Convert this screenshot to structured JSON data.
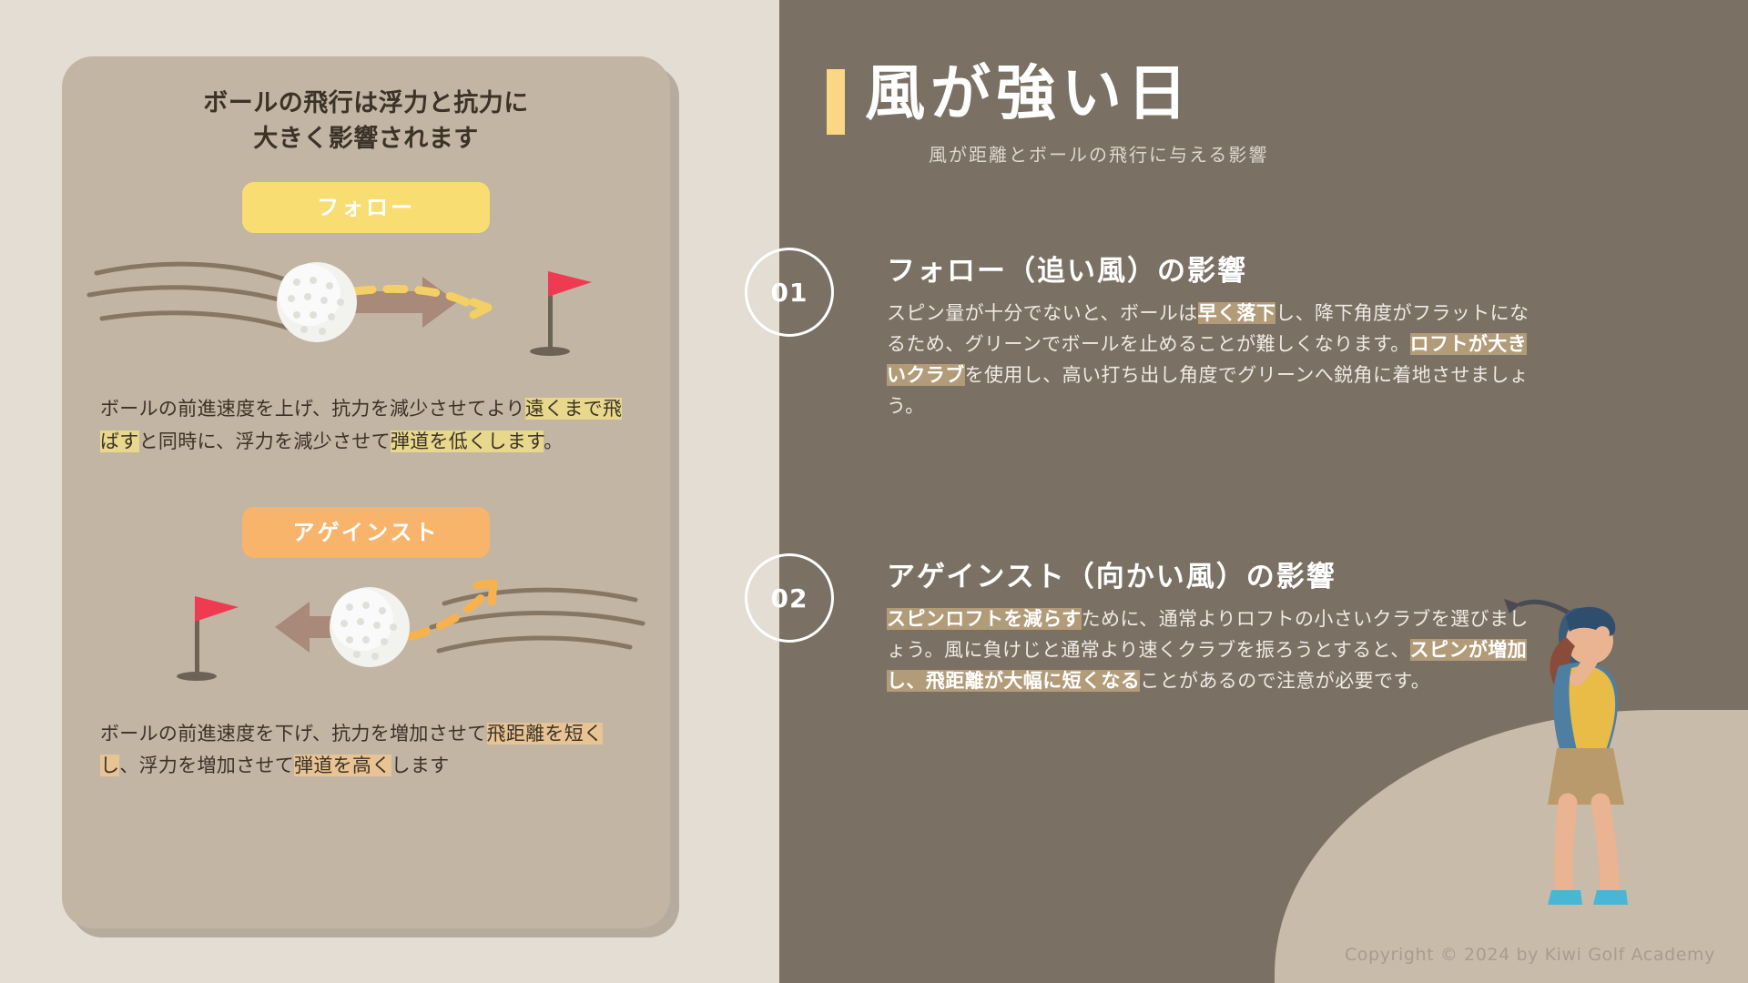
{
  "palette": {
    "left_bg": "#e3ddd3",
    "right_bg": "#7a7063",
    "card_bg": "#c2b5a3",
    "accent_yellow": "#fbd684",
    "badge_follow": "#f8dd72",
    "badge_against": "#f7b46a",
    "highlight_yellow": "#e8d88c",
    "highlight_orange": "#e8c495",
    "highlight_bronze": "#b29b78",
    "text_dark": "#3b3228",
    "text_white": "#ffffff"
  },
  "card": {
    "title": "ボールの飛行は浮力と抗力に大きく影響されます",
    "title_line1": "ボールの飛行は浮力と抗力に",
    "title_line2": "大きく影響されます",
    "follow": {
      "badge": "フォロー",
      "text_part1": "ボールの前進速度を上げ、抗力を減少させてより",
      "text_hl1": "遠くまで飛ばす",
      "text_part2": "と同時に、浮力を減少させて",
      "text_hl2": "弾道を低くします",
      "text_part3": "。"
    },
    "against": {
      "badge": "アゲインスト",
      "text_part1": "ボールの前進速度を下げ、抗力を増加させて",
      "text_hl1": "飛距離を短くし",
      "text_part2": "、浮力を増加させて",
      "text_hl2": "弾道を高く",
      "text_part3": "します"
    }
  },
  "header": {
    "title": "風が強い日",
    "subtitle": "風が距離とボールの飛行に与える影響"
  },
  "sections": [
    {
      "number": "01",
      "title": "フォロー（追い風）の影響",
      "text_part1": "スピン量が十分でないと、ボールは",
      "text_hl1": "早く落下",
      "text_part2": "し、降下角度がフラットになるため、グリーンでボールを止めることが難しくなります。",
      "text_hl2": "ロフトが大きいクラブ",
      "text_part3": "を使用し、高い打ち出し角度でグリーンへ鋭角に着地させましょう。"
    },
    {
      "number": "02",
      "title": "アゲインスト（向かい風）の影響",
      "text_hl1": "スピンロフトを減らす",
      "text_part1": "ために、通常よりロフトの小さいクラブを選びましょう。風に負けじと通常より速くクラブを振ろうとすると、",
      "text_hl2": "スピンが増加し、飛距離が大幅に短くなる",
      "text_part2": "ことがあるので注意が必要です。"
    }
  ],
  "footer": {
    "copyright": "Copyright © 2024 by Kiwi Golf Academy"
  }
}
